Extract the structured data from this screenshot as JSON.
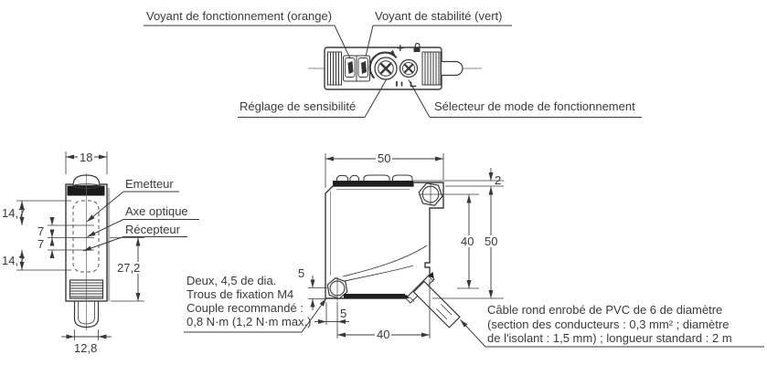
{
  "top_view": {
    "label_operation_indicator": "Voyant de fonctionnement (orange)",
    "label_stability_indicator": "Voyant de stabilité (vert)",
    "label_sensitivity_adjuster": "Réglage de sensibilité",
    "label_mode_selector": "Sélecteur de mode de fonctionnement",
    "plus_mark": "+"
  },
  "front_view": {
    "label_emitter": "Emetteur",
    "label_optical_axis": "Axe optique",
    "label_receiver": "Récepteur",
    "dim_width": "18",
    "dim_top_to_emitter": "14,7",
    "dim_emitter_to_axis": "7",
    "dim_axis_to_receiver": "7",
    "dim_receiver_to_bottom": "14,7",
    "dim_axis_to_base": "27,2",
    "dim_cable_width": "12,8"
  },
  "side_view": {
    "dim_width": "50",
    "dim_protrusion": "2",
    "dim_hole_span_vertical": "40",
    "dim_height": "50",
    "dim_hole_offset_vertical": "5",
    "dim_hole_offset_horizontal": "5",
    "dim_hole_span_horizontal": "40",
    "mounting_note": [
      "Deux, 4,5 de dia.",
      "Trous de fixation M4",
      "Couple recommandé :",
      "0,8 N·m (1,2 N·m max.)"
    ],
    "cable_note": [
      "Câble rond enrobé de PVC de 6 de diamètre",
      "(section des conducteurs : 0,3 mm² ; diamètre",
      "de l'isolant : 1,5 mm) ; longueur standard : 2 m"
    ]
  }
}
